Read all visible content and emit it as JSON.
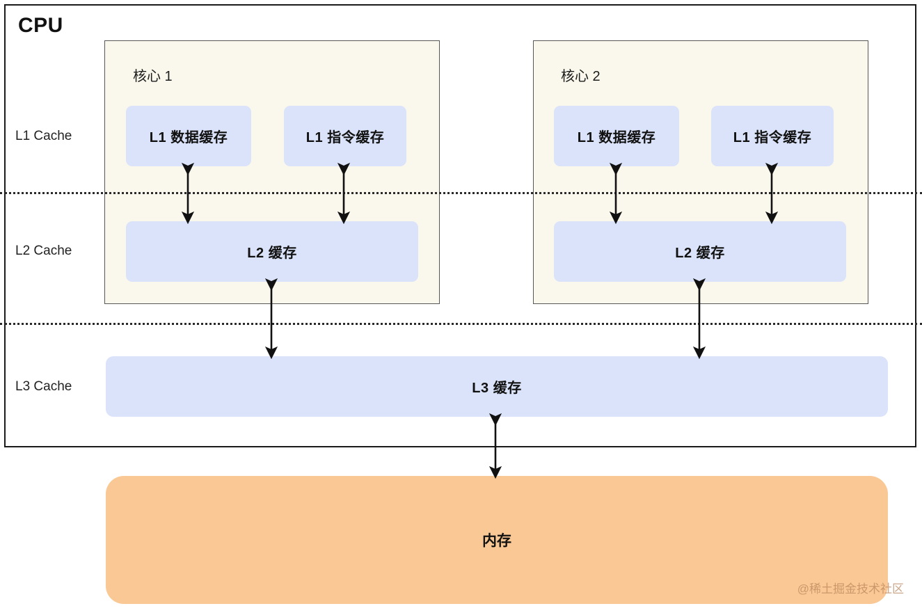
{
  "diagram": {
    "title": "CPU",
    "row_labels": [
      {
        "text": "L1 Cache"
      },
      {
        "text": "L2 Cache"
      },
      {
        "text": "L3 Cache"
      }
    ],
    "cores": [
      {
        "label": "核心 1",
        "l1_data": "L1 数据缓存",
        "l1_instruction": "L1 指令缓存",
        "l2": "L2 缓存"
      },
      {
        "label": "核心 2",
        "l1_data": "L1 数据缓存",
        "l1_instruction": "L1 指令缓存",
        "l2": "L2 缓存"
      }
    ],
    "l3": {
      "label": "L3 缓存"
    },
    "memory": {
      "label": "内存"
    },
    "watermark": "@稀土掘金技术社区",
    "colors": {
      "cpu_border": "#1a1a1a",
      "core_fill": "#faf8ec",
      "core_border": "#565656",
      "cache_fill": "#dae3f9",
      "memory_fill": "#fac894",
      "arrow": "#111111",
      "dotted": "#2a2a2a",
      "background": "#ffffff"
    }
  }
}
